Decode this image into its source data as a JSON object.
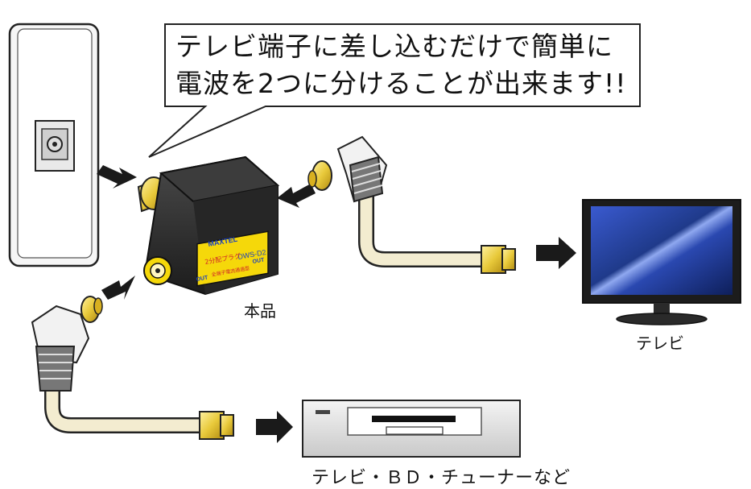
{
  "callout": {
    "line1": "テレビ端子に差し込むだけで簡単に",
    "line2": "電波を2つに分けることが出来ます!!"
  },
  "labels": {
    "product": "本品",
    "tv": "テレビ",
    "recorder": "テレビ・ＢＤ・チューナーなど"
  },
  "product_markings": {
    "brand": "MAXTEL",
    "model": "DWS-D2",
    "type": "2分配プラグ",
    "note": "全端子電流通過型",
    "port_left": "OUT",
    "port_right": "OUT"
  },
  "colors": {
    "device_body": "#2b2b2b",
    "connector_gold": "#e8c93a",
    "label_yellow": "#f5d80a",
    "cable": "#f3ecd0",
    "tv_screen": "#1f3a8a"
  }
}
